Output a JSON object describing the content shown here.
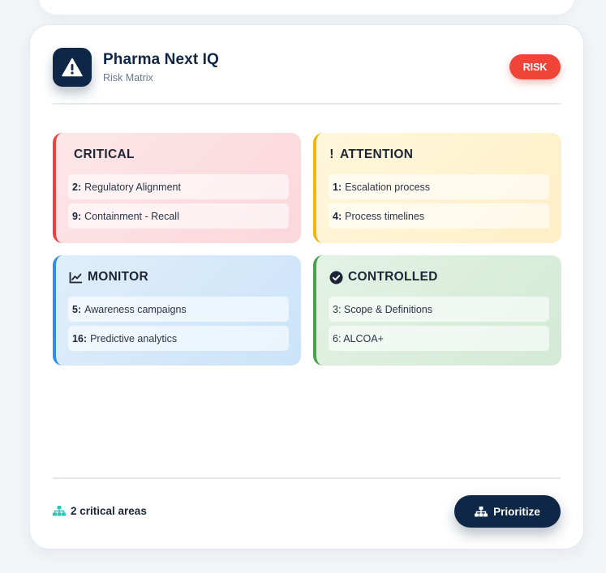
{
  "app": {
    "title": "Pharma Next IQ",
    "subtitle": "Risk Matrix",
    "badge": "RISK",
    "logo_icon": "warning-triangle-icon"
  },
  "matrix": {
    "critical": {
      "label": "CRITICAL",
      "accent": "#ef4040",
      "items": [
        {
          "num": "2:",
          "text": "Regulatory Alignment"
        },
        {
          "num": "9:",
          "text": "Containment - Recall"
        }
      ]
    },
    "attention": {
      "label": "ATTENTION",
      "icon_text": "!",
      "accent": "#f3b60f",
      "items": [
        {
          "num": "1:",
          "text": "Escalation process"
        },
        {
          "num": "4:",
          "text": "Process timelines"
        }
      ]
    },
    "monitor": {
      "label": "MONITOR",
      "icon": "line-chart-icon",
      "accent": "#2f8fe8",
      "items": [
        {
          "num": "5:",
          "text": "Awareness campaigns"
        },
        {
          "num": "16:",
          "text": "Predictive analytics"
        }
      ]
    },
    "controlled": {
      "label": "CONTROLLED",
      "icon": "check-circle-icon",
      "accent": "#45a34a",
      "items": [
        {
          "text": "3: Scope & Definitions"
        },
        {
          "text": "6: ALCOA+"
        }
      ]
    }
  },
  "footer": {
    "summary": "2 critical areas",
    "summary_icon": "sitemap-icon",
    "button_label": "Prioritize",
    "button_icon": "sitemap-icon"
  },
  "colors": {
    "brand_navy": "#0e2747",
    "risk_red": "#f04438",
    "teal": "#2ec4b6"
  }
}
